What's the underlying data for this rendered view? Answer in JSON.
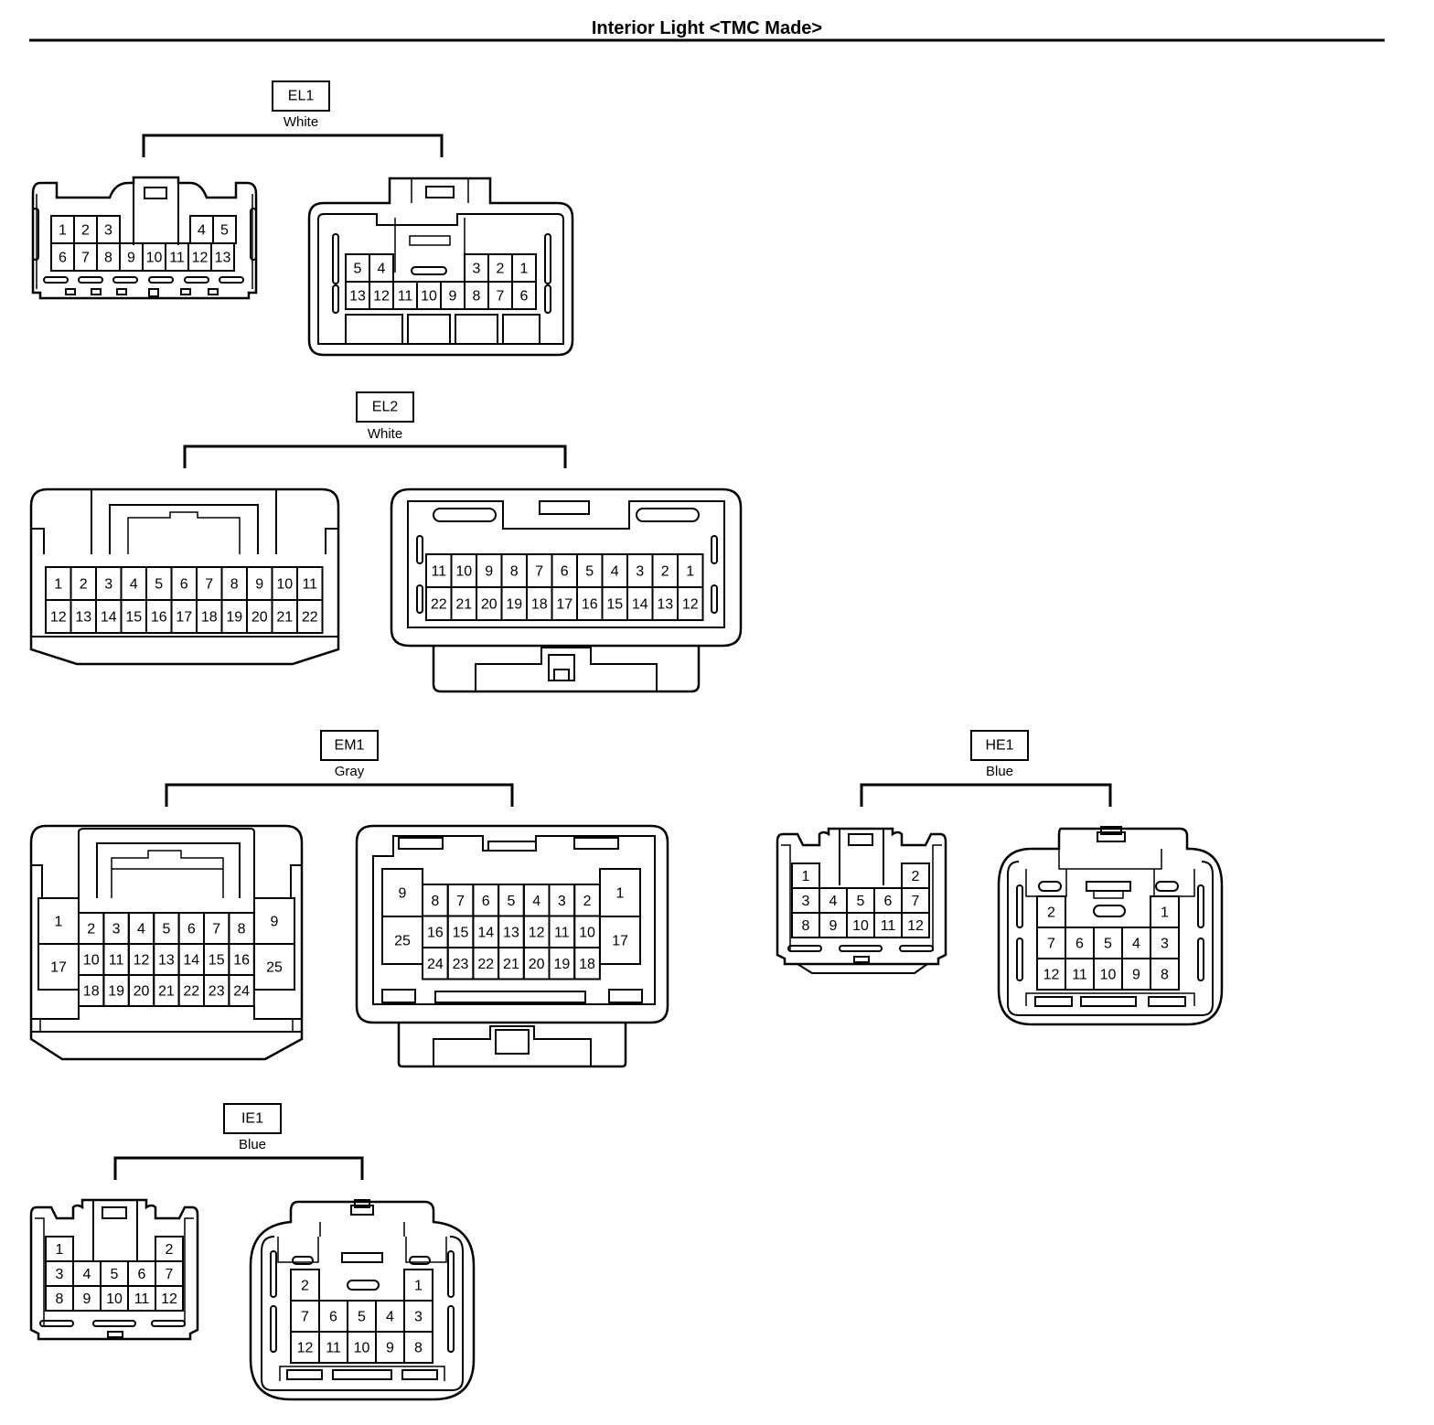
{
  "title": "Interior Light <TMC Made>",
  "connectors": [
    {
      "id": "EL1",
      "color": "White",
      "left_pins": [
        [
          "1",
          "2",
          "3",
          "4",
          "5"
        ],
        [
          "6",
          "7",
          "8",
          "9",
          "10",
          "11",
          "12",
          "13"
        ]
      ],
      "right_pins": [
        [
          "5",
          "4",
          "3",
          "2",
          "1"
        ],
        [
          "13",
          "12",
          "11",
          "10",
          "9",
          "8",
          "7",
          "6"
        ]
      ]
    },
    {
      "id": "EL2",
      "color": "White",
      "left_pins": [
        [
          "1",
          "2",
          "3",
          "4",
          "5",
          "6",
          "7",
          "8",
          "9",
          "10",
          "11"
        ],
        [
          "12",
          "13",
          "14",
          "15",
          "16",
          "17",
          "18",
          "19",
          "20",
          "21",
          "22"
        ]
      ],
      "right_pins": [
        [
          "11",
          "10",
          "9",
          "8",
          "7",
          "6",
          "5",
          "4",
          "3",
          "2",
          "1"
        ],
        [
          "22",
          "21",
          "20",
          "19",
          "18",
          "17",
          "16",
          "15",
          "14",
          "13",
          "12"
        ]
      ]
    },
    {
      "id": "EM1",
      "color": "Gray",
      "left_pins": {
        "side_left": [
          "1",
          "17"
        ],
        "main": [
          [
            "2",
            "3",
            "4",
            "5",
            "6",
            "7",
            "8"
          ],
          [
            "10",
            "11",
            "12",
            "13",
            "14",
            "15",
            "16"
          ],
          [
            "18",
            "19",
            "20",
            "21",
            "22",
            "23",
            "24"
          ]
        ],
        "side_right": [
          "9",
          "25"
        ]
      },
      "right_pins": {
        "side_left": [
          "9",
          "25"
        ],
        "main": [
          [
            "8",
            "7",
            "6",
            "5",
            "4",
            "3",
            "2"
          ],
          [
            "16",
            "15",
            "14",
            "13",
            "12",
            "11",
            "10"
          ],
          [
            "24",
            "23",
            "22",
            "21",
            "20",
            "19",
            "18"
          ]
        ],
        "side_right": [
          "1",
          "17"
        ]
      }
    },
    {
      "id": "HE1",
      "color": "Blue",
      "left_pins": [
        [
          "1",
          "2"
        ],
        [
          "3",
          "4",
          "5",
          "6",
          "7"
        ],
        [
          "8",
          "9",
          "10",
          "11",
          "12"
        ]
      ],
      "right_pins": [
        [
          "2",
          "1"
        ],
        [
          "7",
          "6",
          "5",
          "4",
          "3"
        ],
        [
          "12",
          "11",
          "10",
          "9",
          "8"
        ]
      ]
    },
    {
      "id": "IE1",
      "color": "Blue",
      "left_pins": [
        [
          "1",
          "2"
        ],
        [
          "3",
          "4",
          "5",
          "6",
          "7"
        ],
        [
          "8",
          "9",
          "10",
          "11",
          "12"
        ]
      ],
      "right_pins": [
        [
          "2",
          "1"
        ],
        [
          "7",
          "6",
          "5",
          "4",
          "3"
        ],
        [
          "12",
          "11",
          "10",
          "9",
          "8"
        ]
      ]
    }
  ]
}
